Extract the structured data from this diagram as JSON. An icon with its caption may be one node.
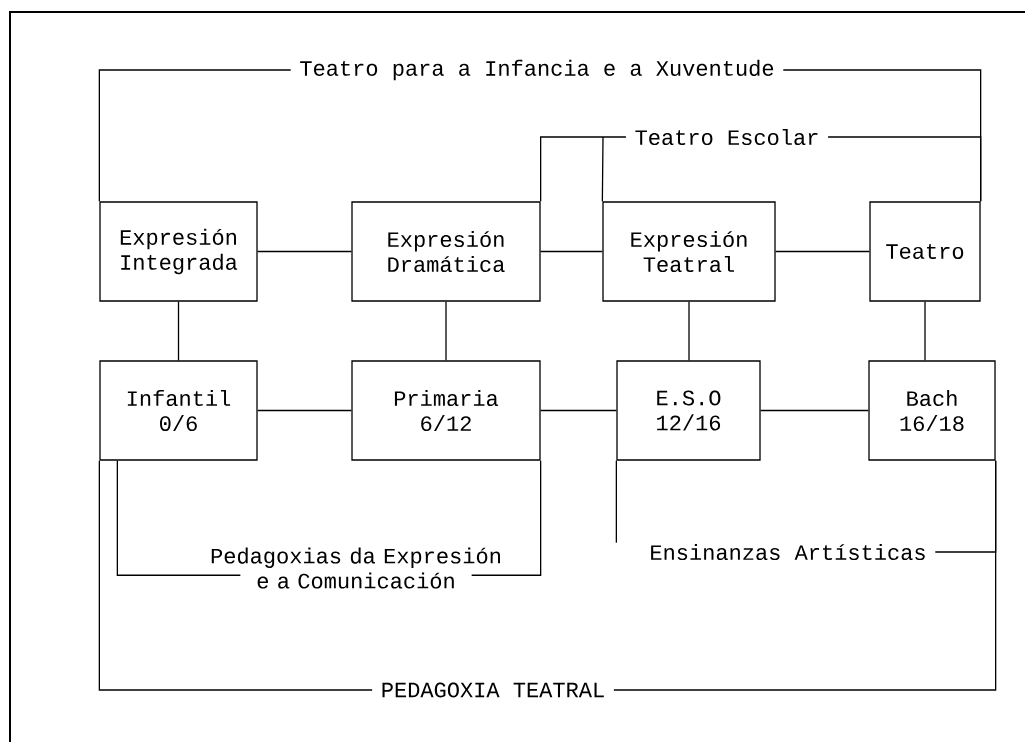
{
  "diagram": {
    "nodes": [
      {
        "text": [
          "Expresión Integrada"
        ]
      },
      {
        "text": [
          "Expresión Dramática"
        ]
      },
      {
        "text": [
          "Expresión Teatral"
        ]
      },
      {
        "text": [
          "Teatro"
        ]
      },
      {
        "text": [
          "Infantil 0/6"
        ]
      },
      {
        "text": [
          "Primaria 6/12"
        ]
      },
      {
        "text": [
          "E.S.O 12/16"
        ]
      },
      {
        "text": [
          "Bach 16/18"
        ]
      },
      {
        "text": [
          "Teatro para a Infancia e a Xuventude"
        ]
      },
      {
        "text": [
          "Teatro Escolar"
        ]
      },
      {
        "text": [
          "Pedagoxias da Expresión e a Comunicación"
        ]
      },
      {
        "text": [
          "Ensinanzas Artísticas"
        ]
      },
      {
        "text": [
          "PEDAGOXIA TEATRAL"
        ]
      }
    ],
    "edges": [
      {
        "from": 0,
        "to": 1,
        "arrow": "none"
      },
      {
        "from": 1,
        "to": 2,
        "arrow": "none"
      },
      {
        "from": 2,
        "to": 3,
        "arrow": "none"
      },
      {
        "from": 4,
        "to": 5,
        "arrow": "none"
      },
      {
        "from": 5,
        "to": 6,
        "arrow": "none"
      },
      {
        "from": 6,
        "to": 7,
        "arrow": "none"
      },
      {
        "from": 0,
        "to": 4,
        "arrow": "none"
      },
      {
        "from": 1,
        "to": 5,
        "arrow": "none"
      },
      {
        "from": 2,
        "to": 6,
        "arrow": "none"
      },
      {
        "from": 3,
        "to": 7,
        "arrow": "none"
      },
      {
        "from": 8,
        "to": 0,
        "arrow": "none"
      },
      {
        "from": 8,
        "to": 3,
        "arrow": "none"
      },
      {
        "from": 9,
        "to": 1,
        "arrow": "none"
      },
      {
        "from": 9,
        "to": 2,
        "arrow": "none"
      },
      {
        "from": 9,
        "to": 3,
        "arrow": "none"
      },
      {
        "from": 10,
        "to": 4,
        "arrow": "none"
      },
      {
        "from": 10,
        "to": 5,
        "arrow": "none"
      },
      {
        "from": 11,
        "to": 6,
        "arrow": "none"
      },
      {
        "from": 11,
        "to": 7,
        "arrow": "none"
      },
      {
        "from": 12,
        "to": 4,
        "arrow": "none"
      },
      {
        "from": 12,
        "to": 7,
        "arrow": "none"
      }
    ]
  }
}
